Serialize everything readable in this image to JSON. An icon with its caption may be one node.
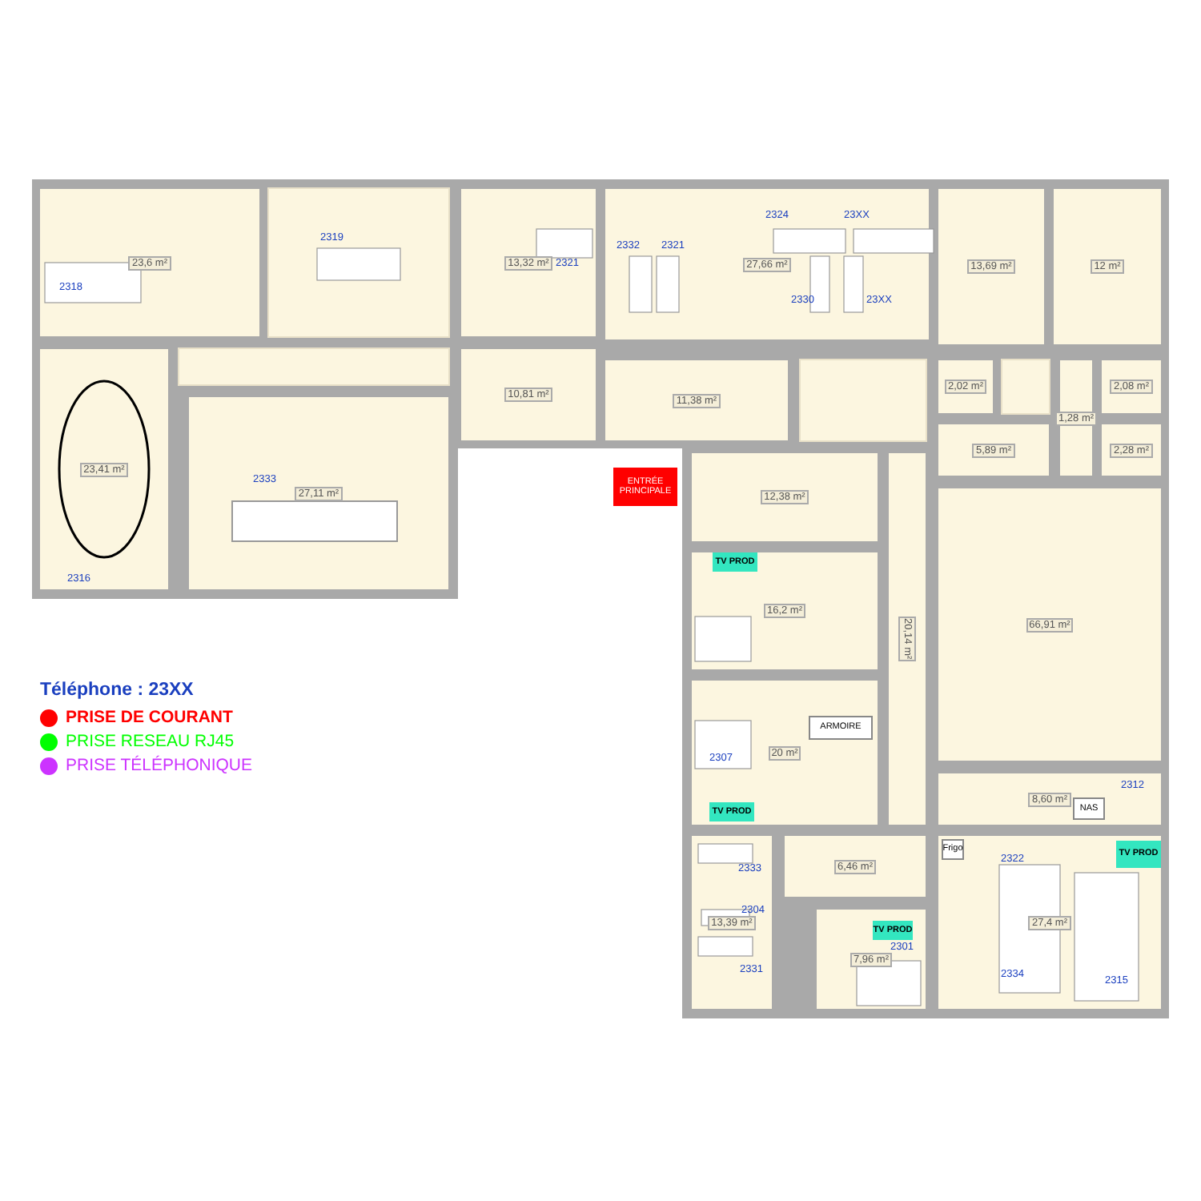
{
  "diagram": {
    "nodes": [
      {
        "text": [
          "23,6 m²"
        ]
      },
      {
        "text": [],
        "shape": "box"
      },
      {
        "text": [
          "13,32 m²"
        ]
      },
      {
        "text": [
          "27,66 m²"
        ]
      },
      {
        "text": [
          "13,69 m²"
        ]
      },
      {
        "text": [
          "12 m²"
        ]
      },
      {
        "text": [
          "23,41 m²"
        ]
      },
      {
        "text": [],
        "shape": "box"
      },
      {
        "text": [
          "27,11 m²"
        ]
      },
      {
        "text": [
          "10,81 m²"
        ]
      },
      {
        "text": [
          "11,38 m²"
        ]
      },
      {
        "text": [],
        "shape": "box"
      },
      {
        "text": [
          "2,02 m²"
        ]
      },
      {
        "text": [],
        "shape": "box"
      },
      {
        "text": [
          "1,28 m²"
        ]
      },
      {
        "text": [
          "2,08 m²"
        ]
      },
      {
        "text": [
          "5,89 m²"
        ]
      },
      {
        "text": [
          "2,28 m²"
        ]
      },
      {
        "text": [
          "ENTRÉE PRINCIPALE"
        ]
      },
      {
        "text": [
          "12,38 m²"
        ]
      },
      {
        "text": [
          "20,14 m²"
        ]
      },
      {
        "text": [
          "16,2 m²"
        ]
      },
      {
        "text": [
          "TV PROD"
        ],
        "in": 21
      },
      {
        "text": [
          "66,91 m²"
        ]
      },
      {
        "text": [
          "20 m²"
        ]
      },
      {
        "text": [
          "ARMOIRE"
        ],
        "in": 24
      },
      {
        "text": [
          "TV PROD"
        ],
        "in": 24
      },
      {
        "text": [
          "8,60 m²"
        ]
      },
      {
        "text": [
          "NAS"
        ],
        "in": 27
      },
      {
        "text": [
          "13,39 m²"
        ]
      },
      {
        "text": [
          "6,46 m²"
        ]
      },
      {
        "text": [
          "27,4 m²"
        ]
      },
      {
        "text": [
          "Frigo"
        ],
        "in": 31
      },
      {
        "text": [
          "TV PROD"
        ],
        "in": 31
      },
      {
        "text": [
          "7,96 m²"
        ]
      },
      {
        "text": [
          "TV PROD"
        ],
        "in": 34
      }
    ],
    "labels": [
      "2319",
      "2324",
      "23XX",
      "2332",
      "2321",
      "2321",
      "2318",
      "2330",
      "23XX",
      "2333",
      "2316",
      "Téléphone : 23XX",
      "2307",
      "2312",
      "2322",
      "2333",
      "2304",
      "2301",
      "2331",
      "2334",
      "2315"
    ],
    "legend": [
      {
        "text": "PRISE DE COURANT",
        "color": "#ff0000"
      },
      {
        "text": "PRISE RESEAU RJ45",
        "color": "#00ff00"
      },
      {
        "text": "PRISE TÉLÉPHONIQUE",
        "color": "#cc33ff"
      }
    ]
  }
}
